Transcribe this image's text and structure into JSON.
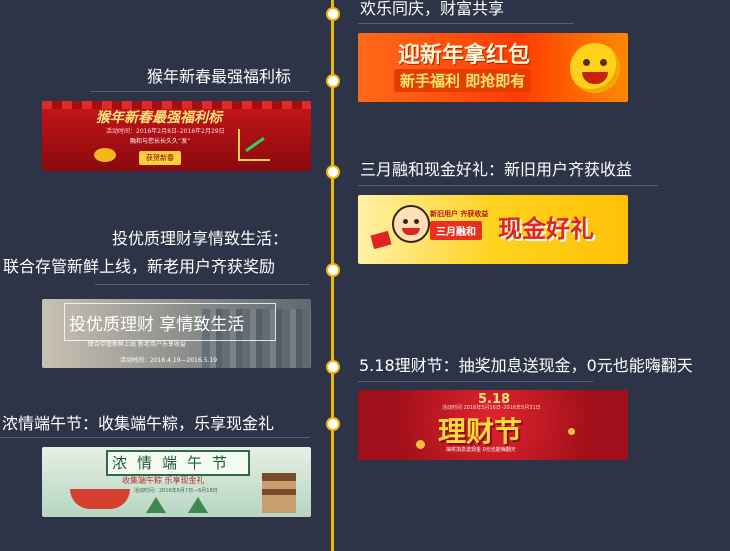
{
  "timeline": {
    "items": [
      {
        "title": "欢乐同庆，财富共享",
        "banner": {
          "headline": "迎新年拿红包",
          "sub": "新手福利 即抢即有"
        }
      },
      {
        "title": "猴年新春最强福利标",
        "banner": {
          "headline": "猴年新春最强福利标",
          "date": "活动时间：2016年2月8日–2016年2月29日",
          "sub": "融和与您长长久久“发”",
          "button": "获贺新春"
        }
      },
      {
        "title": "三月融和现金好礼：新旧用户齐获收益",
        "banner": {
          "ribbon": "新旧用户 齐获收益",
          "badge": "三月融和",
          "headline": "现金好礼"
        }
      },
      {
        "title_lines": [
          "投优质理财享情致生活：",
          "联合存管新鲜上线，新老用户齐获奖励"
        ],
        "banner": {
          "headline": "投优质理财 享情致生活",
          "sub": "联合存管新鲜上线 新老用户乐享收益",
          "date": "活动时间：2016.4.19—2016.5.19"
        }
      },
      {
        "title": "5.18理财节：抽奖加息送现金，0元也能嗨翻天",
        "banner": {
          "top": "5.18",
          "headline": "理财节",
          "sub": "抽奖加息送现金 0元也能嗨翻天",
          "date": "活动时间 2016年5月16日–2016年5月31日"
        }
      },
      {
        "title": "浓情端午节：收集端午粽，乐享现金礼",
        "banner": {
          "headline": "浓情端午节",
          "sub": "收集端午粽 乐享现金礼",
          "date": "活动时间：2016年6月7日—6月18日"
        }
      }
    ]
  },
  "colors": {
    "background": "#2e3448",
    "axis": "#f2b705",
    "rule": "#566078"
  }
}
